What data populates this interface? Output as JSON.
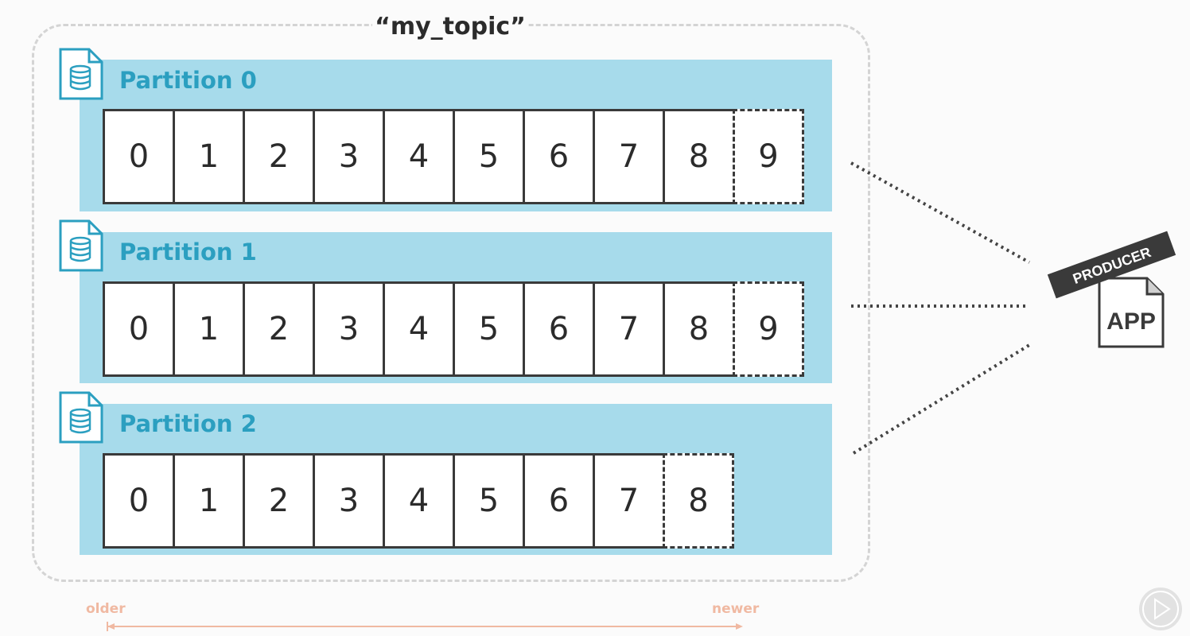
{
  "topic": {
    "title": "“my_topic”"
  },
  "partitions": [
    {
      "label": "Partition 0",
      "offsets": [
        "0",
        "1",
        "2",
        "3",
        "4",
        "5",
        "6",
        "7",
        "8",
        "9"
      ]
    },
    {
      "label": "Partition 1",
      "offsets": [
        "0",
        "1",
        "2",
        "3",
        "4",
        "5",
        "6",
        "7",
        "8",
        "9"
      ]
    },
    {
      "label": "Partition 2",
      "offsets": [
        "0",
        "1",
        "2",
        "3",
        "4",
        "5",
        "6",
        "7",
        "8"
      ]
    }
  ],
  "producer": {
    "badge": "PRODUCER",
    "app_label": "APP"
  },
  "timeline": {
    "older": "older",
    "newer": "newer"
  },
  "colors": {
    "band": "#a7dbeb",
    "partition_label": "#2b9fc0",
    "producer_badge": "#3a3a3a",
    "timeline": "#f0b9a2"
  },
  "icons": {
    "partition": "database-file-icon",
    "play": "play-icon"
  }
}
